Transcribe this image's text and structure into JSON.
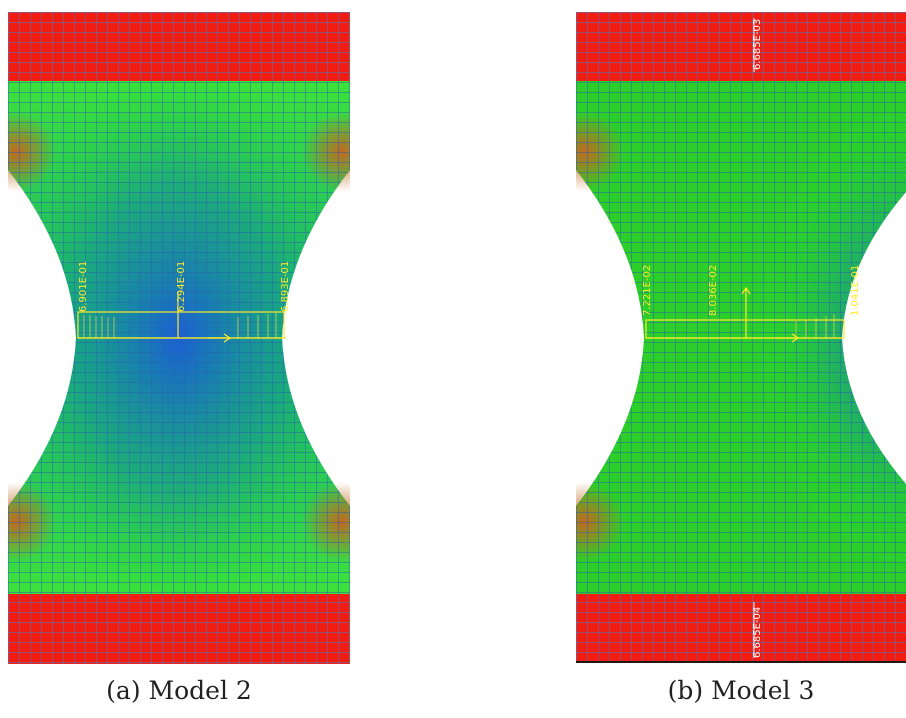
{
  "panels": [
    {
      "caption": "(a) Model 2",
      "labels": {
        "left": "6.901E-01",
        "center": "6.294E-01",
        "right": "6.893E-01"
      }
    },
    {
      "caption": "(b) Model 3",
      "labels": {
        "left": "7.221E-02",
        "center": "8.036E-02",
        "right": "1.041E-01",
        "top": "6.685E-03",
        "bottom": "6.685E-04"
      }
    }
  ],
  "colors": {
    "grip": "#f21d12",
    "mid": "#1fe51f",
    "neck": "#1a5fd6",
    "corner": "#c0691f",
    "mesh": "#2a5fb0",
    "annotation": "#ffe92a"
  }
}
